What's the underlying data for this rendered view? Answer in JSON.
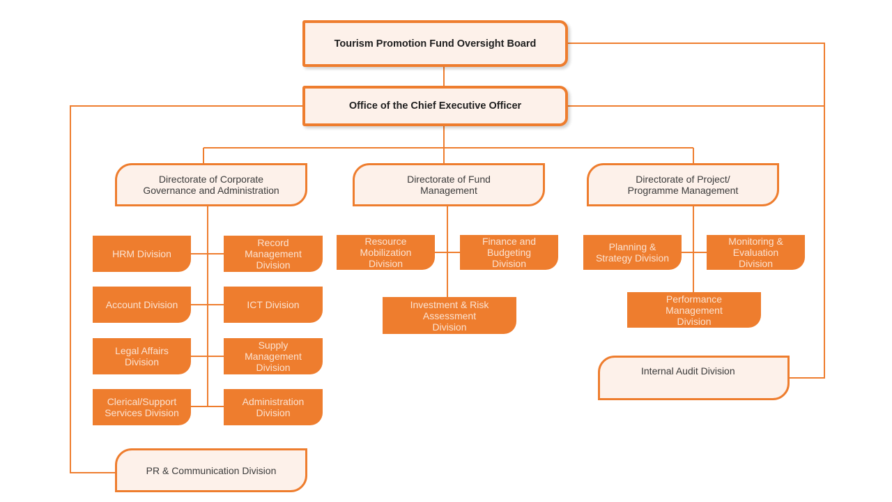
{
  "colors": {
    "accent": "#ee7d2e",
    "box_fill": "#fdf1ea"
  },
  "board": "Tourism Promotion Fund Oversight Board",
  "ceo": "Office of the Chief Executive Officer",
  "directorates": {
    "corporate": "Directorate of Corporate\nGovernance and Administration",
    "fund": "Directorate of Fund\nManagement",
    "project": "Directorate of Project/\nProgramme Management"
  },
  "corporate_divisions": {
    "hrm": "HRM Division",
    "record": "Record\nManagement\nDivision",
    "account": "Account Division",
    "ict": "ICT Division",
    "legal": "Legal Affairs\nDivision",
    "supply": "Supply\nManagement\nDivision",
    "clerical": "Clerical/Support\nServices Division",
    "administration": "Administration\nDivision"
  },
  "fund_divisions": {
    "resource": "Resource\nMobilization\nDivision",
    "finance": "Finance and\nBudgeting\nDivision",
    "investment": "Investment & Risk\nAssessment\nDivision"
  },
  "project_divisions": {
    "planning": "Planning &\nStrategy Division",
    "monitoring": "Monitoring &\nEvaluation\nDivision",
    "performance": "Performance\nManagement\nDivision"
  },
  "internal_audit": "Internal Audit Division",
  "pr": "PR & Communication Division"
}
